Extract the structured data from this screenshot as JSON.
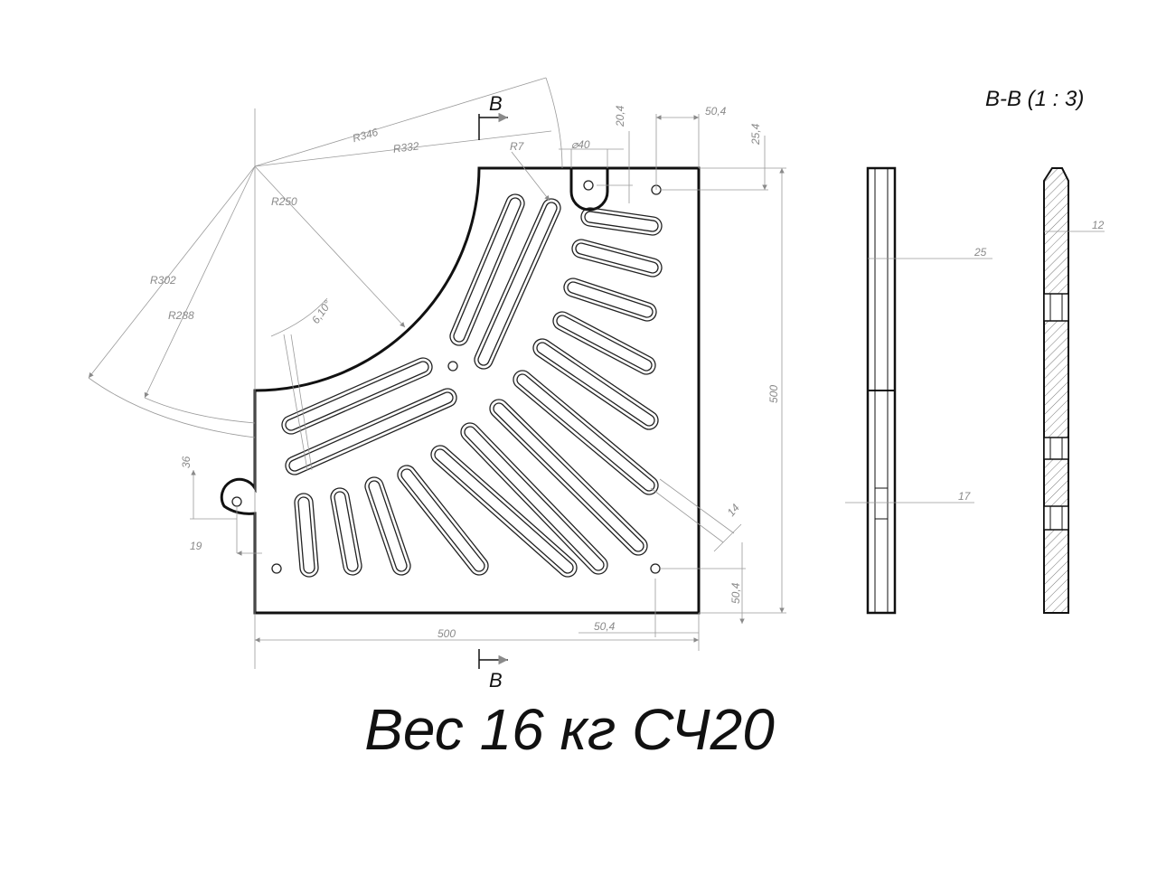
{
  "title_section": "B-B (1 : 3)",
  "weight_text": "Вес 16 кг СЧ20",
  "section_marks": {
    "top": "B",
    "bottom": "B"
  },
  "dimensions": {
    "r346": "R346",
    "r332": "R332",
    "r250": "R250",
    "r302": "R302",
    "r288": "R288",
    "r7": "R7",
    "angle": "6,10°",
    "phi40": "⌀40",
    "d20_4": "20,4",
    "d50_4_top": "50,4",
    "d25_4": "25,4",
    "d500_right": "500",
    "d500_bottom": "500",
    "d50_4_bottom": "50,4",
    "d50_4_right": "50,4",
    "d14": "14",
    "d36": "36",
    "d19": "19",
    "d25": "25",
    "d17": "17",
    "d12": "12"
  }
}
